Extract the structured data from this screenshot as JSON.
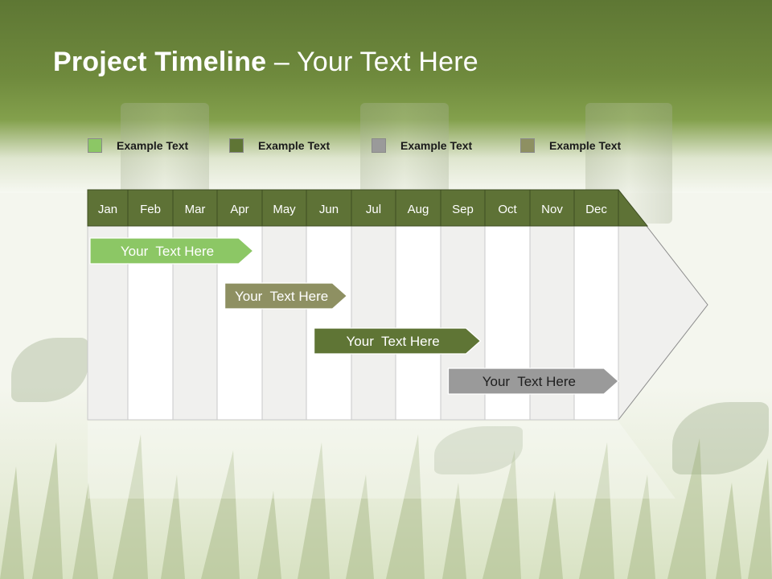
{
  "title": {
    "bold": "Project Timeline",
    "rest": " – Your Text Here"
  },
  "legend": [
    {
      "label": "Example Text",
      "color": "#8cc765"
    },
    {
      "label": "Example Text",
      "color": "#5f7535"
    },
    {
      "label": "Example Text",
      "color": "#9a9a9a"
    },
    {
      "label": "Example Text",
      "color": "#8e9062"
    }
  ],
  "months": [
    "Jan",
    "Feb",
    "Mar",
    "Apr",
    "May",
    "Jun",
    "Jul",
    "Aug",
    "Sep",
    "Oct",
    "Nov",
    "Dec"
  ],
  "tasks": [
    {
      "label": "Your  Text Here",
      "start": 0,
      "end": 3.8,
      "row": 0,
      "color": "#8cc765"
    },
    {
      "label": "Your  Text Here",
      "start": 3.1,
      "end": 5.9,
      "row": 1,
      "color": "#8e9062"
    },
    {
      "label": "Your  Text Here",
      "start": 5.1,
      "end": 8.9,
      "row": 2,
      "color": "#5f7535"
    },
    {
      "label": "Your  Text Here",
      "start": 8.1,
      "end": 12,
      "row": 3,
      "color": "#9a9a9a"
    }
  ],
  "colors": {
    "header": "#5e7236",
    "header_text": "#ffffff",
    "column_light": "#f0f0ee",
    "column_dark": "#ffffff",
    "title_text": "#ffffff"
  }
}
